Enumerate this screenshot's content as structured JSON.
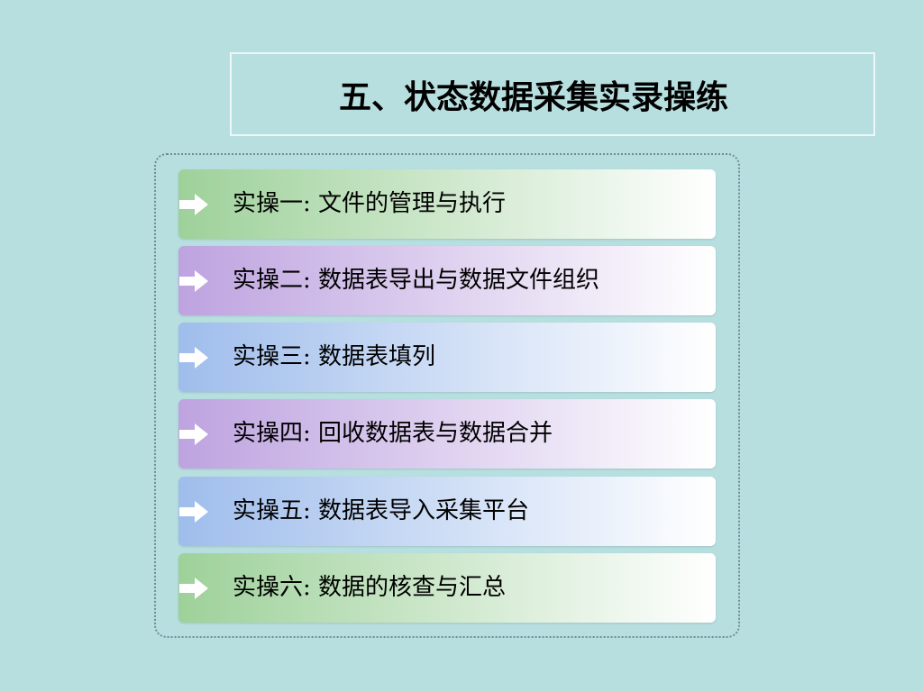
{
  "title": "五、状态数据采集实录操练",
  "items": [
    {
      "label": "实操一: 文件的管理与执行",
      "color": "#9ed19a"
    },
    {
      "label": "实操二: 数据表导出与数据文件组织",
      "color": "#bea3e0"
    },
    {
      "label": "实操三: 数据表填列",
      "color": "#9fbdec"
    },
    {
      "label": "实操四: 回收数据表与数据合并",
      "color": "#bea3e0"
    },
    {
      "label": "实操五: 数据表导入采集平台",
      "color": "#9fbdec"
    },
    {
      "label": "实操六: 数据的核查与汇总",
      "color": "#9ed19a"
    }
  ],
  "arrow_icon": "white-right-arrow-icon",
  "colors": {
    "background": "#b7dfe0",
    "item_end": "#ffffff"
  }
}
